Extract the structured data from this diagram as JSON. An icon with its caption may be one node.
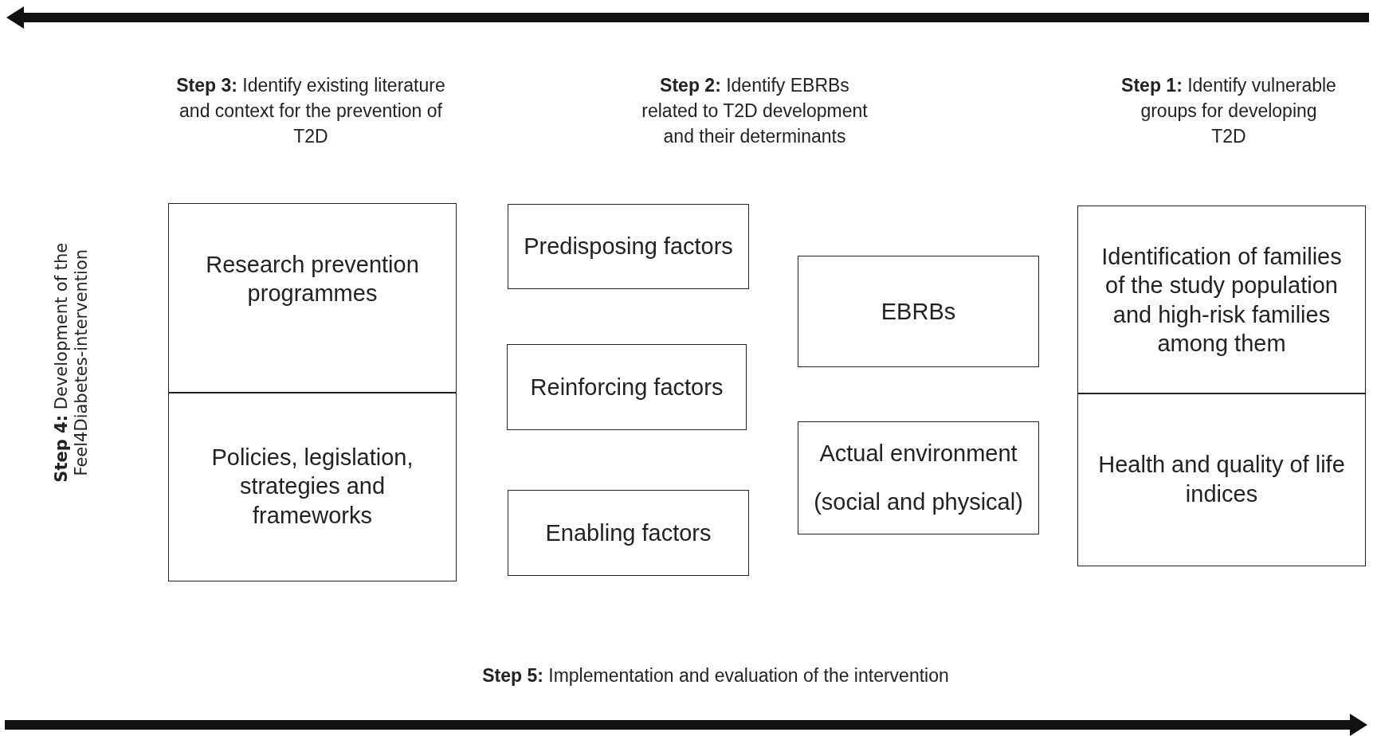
{
  "diagram": {
    "nodes": [
      {
        "text": [
          "Research prevention programmes"
        ]
      },
      {
        "text": [
          "Policies, legislation, strategies and frameworks"
        ]
      },
      {
        "text": [
          "Predisposing factors"
        ]
      },
      {
        "text": [
          "Reinforcing factors"
        ]
      },
      {
        "text": [
          "Enabling factors"
        ]
      },
      {
        "text": [
          "EBRBs"
        ]
      },
      {
        "text": [
          "Actual environment (social and physical)"
        ]
      },
      {
        "text": [
          "Identification of families of the study population and high-risk families among them"
        ]
      },
      {
        "text": [
          "Health and quality of life indices"
        ]
      }
    ],
    "labels": [
      "**Step 3:** Identify existing literature and context for the prevention of T2D",
      "**Step 2:** Identify EBRBs related to T2D development and their determinants",
      "**Step 1:** Identify vulnerable groups for developing T2D",
      "**Step 4:** Development of the Feel4Diabetes-intervention",
      "**Step 5:** Implementation and evaluation of the intervention"
    ]
  }
}
